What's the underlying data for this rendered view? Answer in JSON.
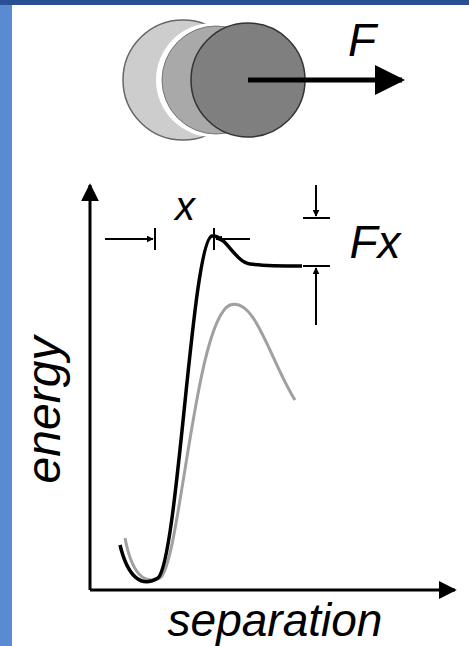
{
  "diagram": {
    "labels": [
      "F",
      "x",
      "Fx",
      "energy",
      "separation"
    ]
  }
}
